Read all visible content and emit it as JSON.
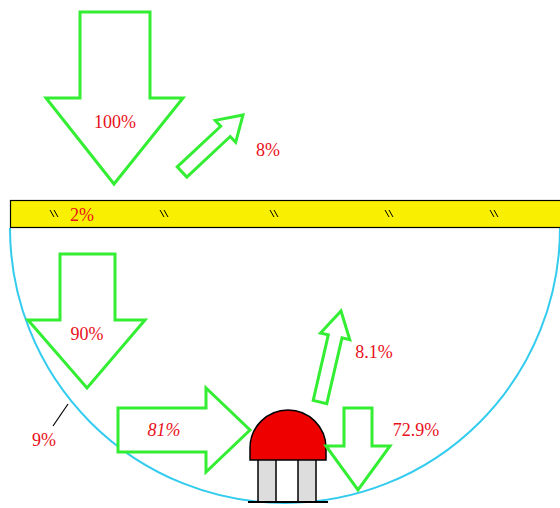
{
  "diagram": {
    "nodes": [
      {
        "text": [
          "100%"
        ]
      },
      {
        "text": [
          "2%"
        ]
      },
      {
        "text": [
          "90%"
        ]
      },
      {
        "text": [
          "81%"
        ]
      }
    ],
    "labels": [
      "8%",
      "8.1%",
      "72.9%",
      "9%"
    ]
  }
}
